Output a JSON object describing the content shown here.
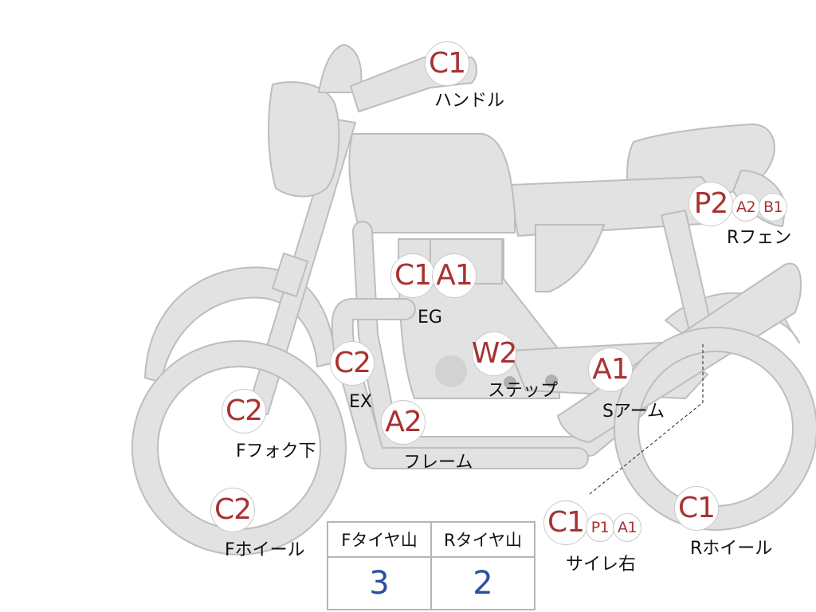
{
  "colors": {
    "body_fill": "#e2e2e2",
    "body_stroke": "#bdbdbd",
    "badge_text": "#a83232",
    "value_text": "#2b4fa0"
  },
  "callouts": [
    {
      "id": "handle",
      "label": "ハンドル",
      "badges": [
        "C1"
      ]
    },
    {
      "id": "eg",
      "label": "EG",
      "badges": [
        "C1",
        "A1"
      ]
    },
    {
      "id": "step",
      "label": "ステップ",
      "badges": [
        "W2"
      ]
    },
    {
      "id": "s-arm",
      "label": "Sアーム",
      "badges": [
        "A1"
      ]
    },
    {
      "id": "r-fender",
      "label": "Rフェン",
      "badges": [
        "P2",
        "A2",
        "B1"
      ]
    },
    {
      "id": "ex",
      "label": "EX",
      "badges": [
        "C2"
      ]
    },
    {
      "id": "frame",
      "label": "フレーム",
      "badges": [
        "A2"
      ]
    },
    {
      "id": "f-fork-lower",
      "label": "Fフォク下",
      "badges": [
        "C2"
      ]
    },
    {
      "id": "f-wheel",
      "label": "Fホイール",
      "badges": [
        "C2"
      ]
    },
    {
      "id": "muffler-right",
      "label": "サイレ右",
      "badges": [
        "C1",
        "P1",
        "A1"
      ]
    },
    {
      "id": "r-wheel",
      "label": "Rホイール",
      "badges": [
        "C1"
      ]
    }
  ],
  "tire_table": {
    "headers": [
      "Fタイヤ山",
      "Rタイヤ山"
    ],
    "values": [
      "3",
      "2"
    ]
  }
}
